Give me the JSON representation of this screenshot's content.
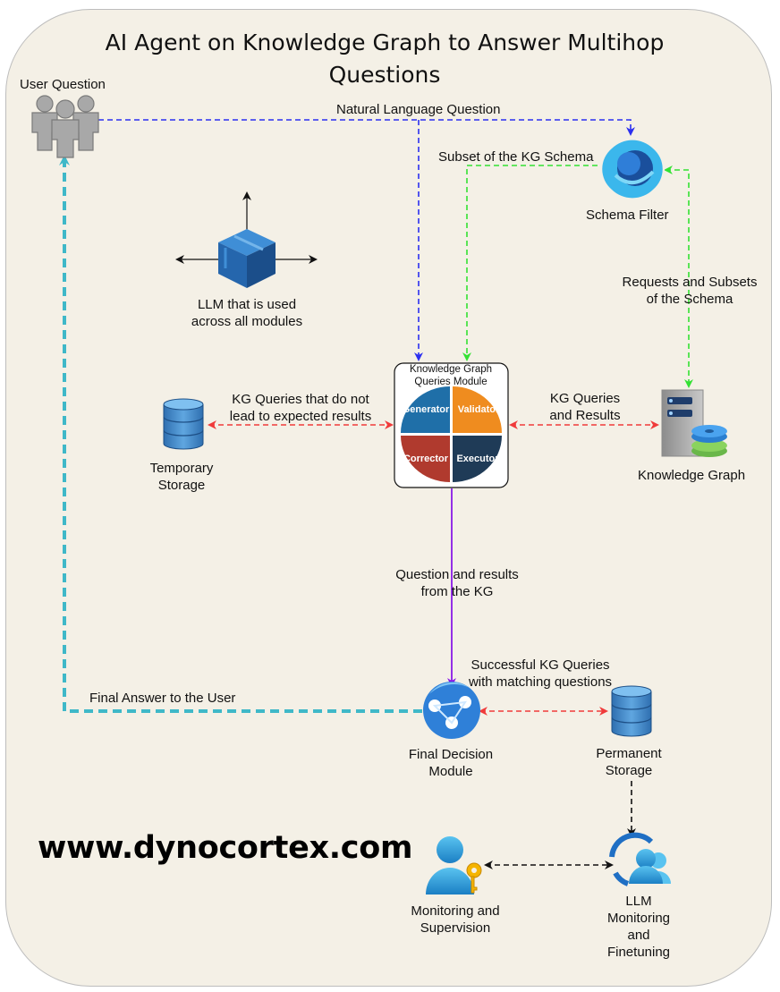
{
  "title": "AI Agent on Knowledge Graph to Answer Multihop Questions",
  "nodes": {
    "user": {
      "label": "User Question",
      "icon": "users-icon"
    },
    "schema_filter": {
      "label": "Schema Filter",
      "icon": "schema-filter-icon"
    },
    "llm": {
      "label": "LLM that is used across all modules",
      "icon": "cube-icon"
    },
    "kg_queries_module": {
      "title": "Knowledge Graph Queries Module",
      "quadrants": [
        "Generator",
        "Validator",
        "Corrector",
        "Executor"
      ],
      "colors": [
        "#1f6fa8",
        "#ef8c1f",
        "#b03a2e",
        "#1f3b57"
      ]
    },
    "temporary_storage": {
      "label": "Temporary Storage",
      "icon": "database-icon"
    },
    "knowledge_graph": {
      "label": "Knowledge Graph",
      "icon": "server-icon"
    },
    "final_decision": {
      "label": "Final Decision Module",
      "icon": "network-icon"
    },
    "permanent_storage": {
      "label": "Permanent Storage",
      "icon": "database-icon"
    },
    "monitoring": {
      "label": "Monitoring and Supervision",
      "icon": "user-key-icon"
    },
    "llm_monitoring": {
      "label": "LLM Monitoring and Finetuning",
      "icon": "user-refresh-icon"
    }
  },
  "edges": {
    "natural_language_question": "Natural Language Question",
    "subset_kg_schema": "Subset of the KG Schema",
    "requests_subsets": "Requests and Subsets of the Schema",
    "kg_queries_not_expected": "KG Queries that do not lead to expected results",
    "kg_queries_results": "KG Queries and Results",
    "question_results": "Question and results from the KG",
    "successful_queries": "Successful KG Queries with matching questions",
    "final_answer": "Final Answer to the User"
  },
  "website": "www.dynocortex.com",
  "colors": {
    "panel": "#f4f0e6",
    "blue_dashed": "#2b2ff0",
    "green_dashed": "#33e133",
    "red_dashed": "#f03a3a",
    "purple": "#8a1ae6",
    "teal_dashed": "#3fb8c8",
    "black_dashed": "#111111"
  }
}
